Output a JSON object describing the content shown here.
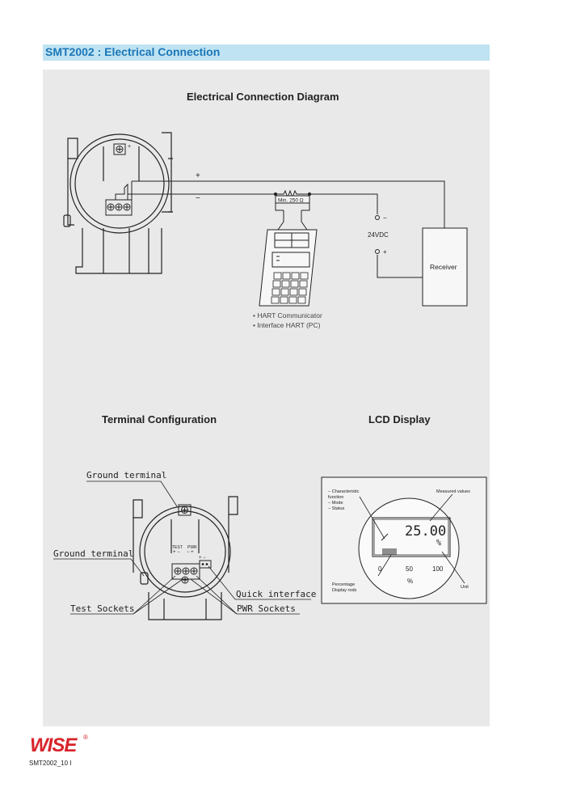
{
  "header": {
    "title": "SMT2002 : Electrical Connection"
  },
  "diagrams": {
    "electrical": {
      "title": "Electrical Connection Diagram",
      "plus": "+",
      "minus": "−",
      "resistor": "Min.  250 Ω",
      "supply_minus": "−",
      "supply": "24VDC",
      "supply_plus": "+",
      "receiver": "Receiver",
      "communicator": [
        "• HART Communicator",
        "• Interface HART (PC)"
      ]
    },
    "terminal": {
      "title": "Terminal Configuration",
      "ground1": "Ground  terminal",
      "ground2": "Ground  terminal",
      "test_sockets": "Test  Sockets",
      "quick_interface": "Quick  interface",
      "pwr_sockets": "PWR  Sockets",
      "test": "TEST",
      "pwr": "PWR",
      "test_signs": "+  −",
      "pwr_signs": "−  +",
      "pwr2_signs": "+  −"
    },
    "lcd": {
      "title": "LCD Display",
      "legend": [
        "−  Characteristic",
        "    function",
        "−  Mode",
        "−  Status"
      ],
      "measured": "Measured  values",
      "value": "25.00",
      "unit_sym": "%",
      "scale": [
        "0",
        "50",
        "100"
      ],
      "scale_unit": "%",
      "percentage": [
        "Percentage",
        "Display rods"
      ],
      "unit": "Unit"
    }
  },
  "footer": {
    "brand": "WISE",
    "registered": "®",
    "page_code": "SMT2002_10   I"
  }
}
